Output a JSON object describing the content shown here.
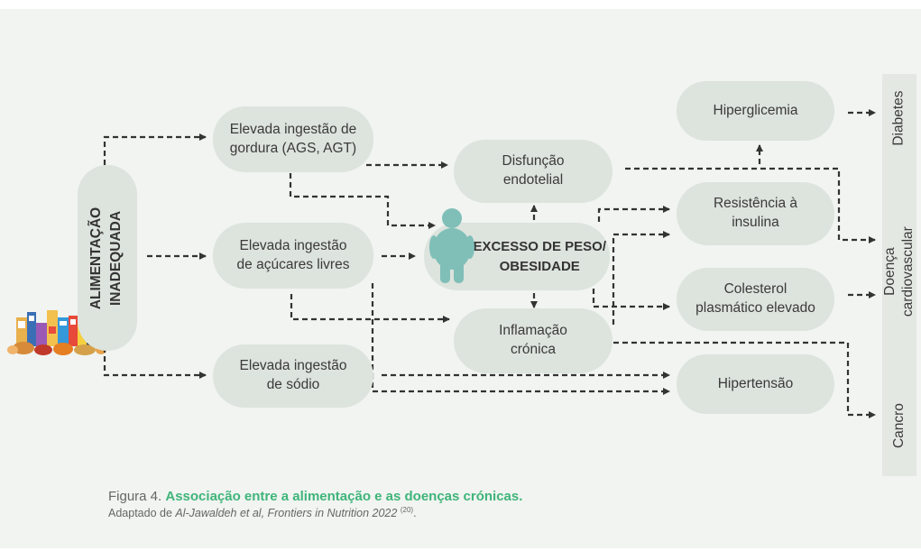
{
  "figure": {
    "label": "Figura 4.",
    "title": "Associação entre a alimentação e as doenças crónicas.",
    "source_prefix": "Adaptado de ",
    "source_italic": "Al-Jawaldeh et al, Frontiers in Nutrition 2022",
    "source_ref": "(20)",
    "source_suffix": "."
  },
  "nodes": {
    "alimentacao": [
      "ALIMENTAÇÃO",
      "INADEQUADA"
    ],
    "gordura": [
      "Elevada ingestão de",
      "gordura (AGS, AGT)"
    ],
    "acucares": [
      "Elevada ingestão",
      "de açúcares livres"
    ],
    "sodio": [
      "Elevada ingestão",
      "de sódio"
    ],
    "disfuncao": [
      "Disfunção",
      "endotelial"
    ],
    "excesso": [
      "EXCESSO DE PESO/",
      "OBESIDADE"
    ],
    "inflamacao": [
      "Inflamação",
      "crónica"
    ],
    "hiperglicemia": "Hiperglicemia",
    "resistencia": [
      "Resistência à",
      "insulina"
    ],
    "colesterol": [
      "Colesterol",
      "plasmático elevado"
    ],
    "hipertensao": "Hipertensão"
  },
  "outcomes": {
    "diabetes": "Diabetes",
    "doenca": [
      "Doença",
      "cardiovascular"
    ],
    "cancro": "Cancro"
  },
  "colors": {
    "panel": "#f1f4f1",
    "node": "#dde3dd",
    "arrow": "#333333",
    "accent": "#3fb47a",
    "obesity_figure": "#7fbfb8"
  },
  "icons": [
    "junk-food-icon",
    "obese-person-icon"
  ]
}
